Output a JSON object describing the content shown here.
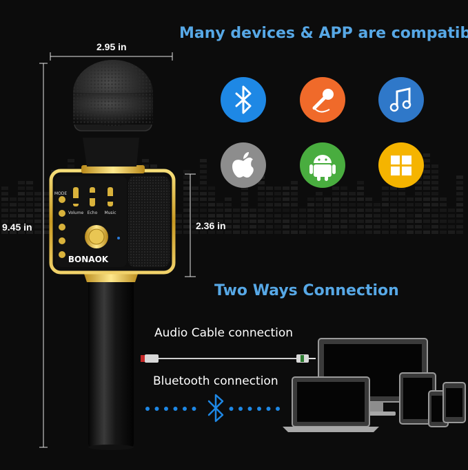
{
  "headline": "Many devices & APP  are compatible",
  "dimensions": {
    "width": "2.95 in",
    "height": "9.45 in",
    "head_height": "2.36 in"
  },
  "connection": {
    "title": "Two Ways Connection",
    "audio_cable": "Audio Cable connection",
    "bluetooth": "Bluetooth connection"
  },
  "microphone": {
    "brand": "BONAOK",
    "knob_labels": [
      "Volume",
      "Echo",
      "Music"
    ],
    "button_labels": [
      "MODE",
      "",
      "",
      "",
      ""
    ]
  },
  "compatible_icons": [
    {
      "name": "bluetooth-icon",
      "color": "#1e88e5"
    },
    {
      "name": "microphone-icon",
      "color": "#f06a2a"
    },
    {
      "name": "music-note-icon",
      "color": "#2f78c9"
    },
    {
      "name": "apple-icon",
      "color": "#8d8d8d"
    },
    {
      "name": "android-icon",
      "color": "#49ad3f"
    },
    {
      "name": "windows-icon",
      "color": "#f5b400"
    }
  ],
  "colors": {
    "accent_blue": "#57a8e6",
    "gold": "#d8b23a",
    "bluetooth_dots": "#1e88e5"
  }
}
